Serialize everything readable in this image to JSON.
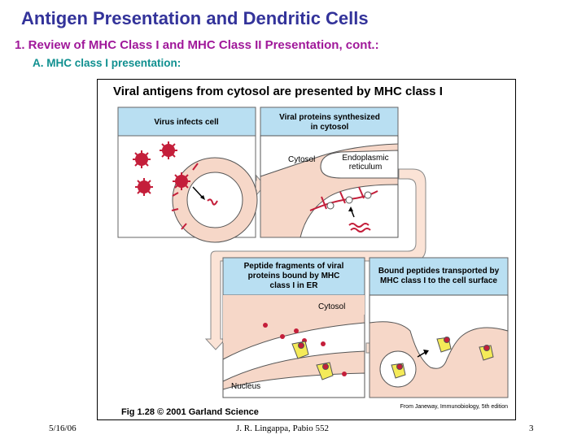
{
  "slide": {
    "title": "Antigen Presentation and Dendritic Cells",
    "subtitle_1": "1.  Review of MHC Class I and MHC Class II Presentation, cont.:",
    "subtitle_2": "A. MHC class I presentation:"
  },
  "figure": {
    "heading": "Viral antigens from cytosol are presented by MHC class I",
    "panel_1": {
      "line1": "Virus infects cell"
    },
    "panel_2": {
      "line1": "Viral proteins synthesized",
      "line2": "in cytosol",
      "cytosol": "Cytosol",
      "er_line1": "Endoplasmic",
      "er_line2": "reticulum"
    },
    "panel_3": {
      "line1": "Peptide fragments of viral",
      "line2": "proteins bound by MHC",
      "line3": "class I in ER",
      "cytosol": "Cytosol",
      "nucleus": "Nucleus"
    },
    "panel_4": {
      "line1": "Bound peptides transported by",
      "line2": "MHC class I to the cell surface"
    },
    "caption": "Fig 1.28  © 2001 Garland Science",
    "source": "From Janeway, Immunobiology, 5th edition",
    "colors": {
      "header": "#b9dff2",
      "cell": "#f6d7c8",
      "er": "#ffffff",
      "protein": "#c41e3a",
      "mhc": "#f4ea58",
      "arrow_fill": "#fbe3d6"
    }
  },
  "footer": {
    "date": "5/16/06",
    "author": "J. R. Lingappa, Pabio 552",
    "page": "3"
  }
}
